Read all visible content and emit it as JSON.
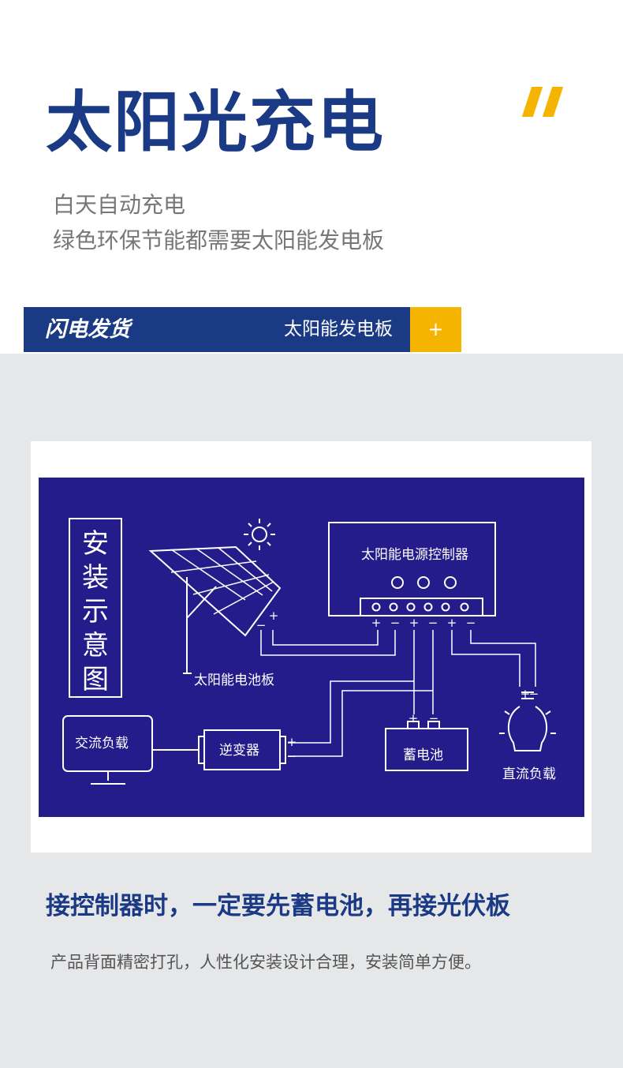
{
  "header": {
    "title": "太阳光充电",
    "subtitle_line1": "白天自动充电",
    "subtitle_line2": "绿色环保节能都需要太阳能发电板"
  },
  "banner": {
    "brand": "闪电发货",
    "product": "太阳能发电板",
    "plus": "+"
  },
  "diagram": {
    "vertical_title": [
      "安",
      "装",
      "示",
      "意",
      "图"
    ],
    "controller_label": "太阳能电源控制器",
    "panel_label": "太阳能电池板",
    "ac_load_label": "交流负载",
    "inverter_label": "逆变器",
    "battery_label": "蓄电池",
    "dc_load_label": "直流负载",
    "plus_sign": "+",
    "minus_sign": "−"
  },
  "footer": {
    "headline": "接控制器时，一定要先蓄电池，再接光伏板",
    "description": "产品背面精密打孔，人性化安装设计合理，安装简单方便。"
  },
  "colors": {
    "brand_blue": "#1b3a85",
    "accent_yellow": "#f5b400",
    "diagram_bg": "#231c8a",
    "gray_bg": "#e6e7e9"
  }
}
